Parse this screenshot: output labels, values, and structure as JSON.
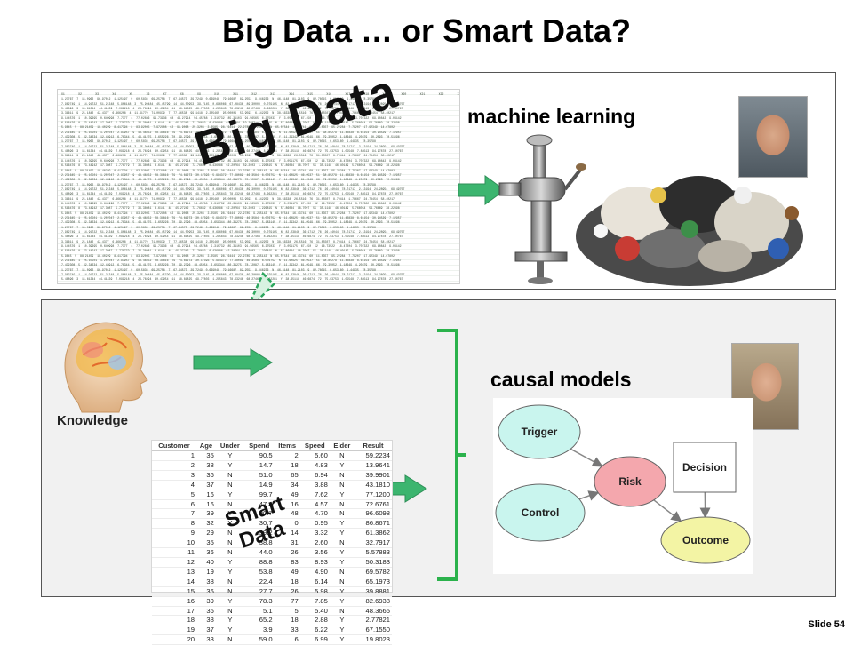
{
  "slide": {
    "title": "Big Data … or Smart Data?",
    "slide_number": "Slide 54"
  },
  "top_panel": {
    "machine_learning_label": "machine learning",
    "big_data_label": "Big Data"
  },
  "bottom_panel": {
    "knowledge_label": "Knowledge",
    "causal_models_label": "causal models",
    "smart_data_label_line1": "Smart",
    "smart_data_label_line2": "Data"
  },
  "big_data_sheet": {
    "headers": [
      "X1",
      "X2",
      "X3",
      "X4",
      "X5",
      "X6",
      "X7",
      "X8",
      "X9",
      "X10",
      "X11",
      "X12",
      "X13",
      "X14",
      "X15",
      "X16",
      "X17",
      "X18",
      "X19",
      "X20",
      "X21",
      "X22",
      "X23",
      "X24",
      "X25",
      "X26",
      "X27",
      "X28"
    ],
    "sample_rows": [
      "1.27767  7  11.0962  96.97012  1.125497  9  60.5836  69.25758  7  67.44573  29.7249  0.669048  79.16687  82.2552  9.046236  N  46.3148  81.2103  9  82.78015  6.653180  1.44935  78.35798",
      "7.982749  1  14.91722  51.21348  5.906148  3  75.99484  45.45799  14  44.50953  39.7145  0.696066  67.08436  89.30009  0.079165  N  82.23846  36.1712  76  26.14044  78.71717  2.13194  24.28954  69.49757",
      "5.48896  3  11.61344  44.41439  7.099218  4  26.76494  40.47954  11  18.81825  49.77803  1.295843  78.63246  68.27464  8.262281  Y  38.65111  46.6874  72  75.03753  1.05548  7.88513  94.97878  27.30767",
      "3.31611  9  21.1842  42.4377  6.466208  4  11.41779  71.00979  7  77.16538  99.1418  2.205465  95.00009  53.9593  6.142252  N  38.56338  26.5516  76  31.85507  8.79414  1.78667  24.78454  58.40217",
      "9.144576  1  10.39695  0.640998  7.7377  4  77.02836  91.73936  68  44.27914  54.45788  5.310732  85.31103  91.56565  6.275033  Y  3.051175  67.450  52  16.73522  18.47204  3.707322  69.10842  9.04142",
      "6.516476  8  73.44942  17.3087  5.778779  7  36.38981  8.6141  48  45.27242  72.76662  0.436086  62.20764  59.2003  1.226815  N  57.86084  18.7097  55  35.1148  46.40149  5.766054  54.76669  38.22898",
      "5.9845  5  88.21459  18.40229  8.417394  8  83.92065  7.972108  62  91.9068  25.3204  3.2585  98.76444  22.2785  9.245143  N  65.07544  16.43741  60  11.8357  95.22284  7.79207  17.92349  14.67802",
      "2.271645  1  25.10501  1.207047  2.93957  9  48.46452  28.31816  79  74.81273  30.17393  5.994372  77.68089  46.3584  8.076752  N  11.60925  46.0537  51  38.85279  11.42838  8.61154  30.94529  7.12957",
      "7.432308  5  62.34234  12.43912  6.78344  5  49.41275  6.655226  70  49.2796  18.45954  2.659344  80.31275  78.72087  5.183145  Y  11.29342  61.0549  66  79.35052  1.18349  4.20379  60.2093  70.51096"
    ]
  },
  "customer_table": {
    "headers": [
      "Customer",
      "Age",
      "Under",
      "Spend",
      "Items",
      "Speed",
      "Elder",
      "Result"
    ],
    "rows": [
      [
        "1",
        "35",
        "Y",
        "90.5",
        "2",
        "5.60",
        "N",
        "59.2234"
      ],
      [
        "2",
        "38",
        "Y",
        "14.7",
        "18",
        "4.83",
        "Y",
        "13.9641"
      ],
      [
        "3",
        "36",
        "N",
        "51.0",
        "65",
        "6.94",
        "N",
        "39.9901"
      ],
      [
        "4",
        "37",
        "N",
        "14.9",
        "34",
        "3.88",
        "N",
        "43.1810"
      ],
      [
        "5",
        "16",
        "Y",
        "99.7",
        "49",
        "7.62",
        "Y",
        "77.1200"
      ],
      [
        "6",
        "16",
        "N",
        "47.4",
        "16",
        "4.57",
        "N",
        "72.6761"
      ],
      [
        "7",
        "39",
        "Y",
        "90.7",
        "48",
        "4.70",
        "N",
        "96.6098"
      ],
      [
        "8",
        "32",
        "Y",
        "30.7",
        "0",
        "0.95",
        "Y",
        "86.8671"
      ],
      [
        "9",
        "29",
        "N",
        "59.2",
        "14",
        "3.32",
        "Y",
        "61.3862"
      ],
      [
        "10",
        "35",
        "N",
        "38.8",
        "31",
        "2.60",
        "N",
        "32.7917"
      ],
      [
        "11",
        "36",
        "N",
        "44.0",
        "26",
        "3.56",
        "Y",
        "5.57883"
      ],
      [
        "12",
        "40",
        "Y",
        "88.8",
        "83",
        "8.93",
        "Y",
        "50.3183"
      ],
      [
        "13",
        "19",
        "Y",
        "53.8",
        "49",
        "4.90",
        "N",
        "69.5782"
      ],
      [
        "14",
        "38",
        "N",
        "22.4",
        "18",
        "6.14",
        "N",
        "65.1973"
      ],
      [
        "15",
        "36",
        "N",
        "27.7",
        "26",
        "5.98",
        "Y",
        "39.8881"
      ],
      [
        "16",
        "39",
        "Y",
        "78.3",
        "77",
        "7.85",
        "Y",
        "82.6938"
      ],
      [
        "17",
        "36",
        "N",
        "5.1",
        "5",
        "5.40",
        "N",
        "48.3665"
      ],
      [
        "18",
        "38",
        "Y",
        "65.2",
        "18",
        "2.88",
        "Y",
        "2.77821"
      ],
      [
        "19",
        "37",
        "Y",
        "3.9",
        "33",
        "6.22",
        "Y",
        "67.1550"
      ],
      [
        "20",
        "33",
        "N",
        "59.0",
        "6",
        "6.99",
        "Y",
        "19.8023"
      ]
    ]
  },
  "causal_diagram": {
    "nodes": [
      {
        "id": "trigger",
        "label": "Trigger",
        "color": "#c9f5ee"
      },
      {
        "id": "control",
        "label": "Control",
        "color": "#c9f5ee"
      },
      {
        "id": "risk",
        "label": "Risk",
        "color": "#f4a7ad"
      },
      {
        "id": "decision",
        "label": "Decision",
        "color": "#ffffff"
      },
      {
        "id": "outcome",
        "label": "Outcome",
        "color": "#f3f4a4"
      }
    ],
    "edges": [
      [
        "trigger",
        "risk"
      ],
      [
        "control",
        "risk"
      ],
      [
        "risk",
        "outcome"
      ],
      [
        "decision",
        "outcome"
      ]
    ]
  },
  "colors": {
    "arrow_green": "#3cb56f",
    "arrow_dashed": "#2fa860",
    "bracket_green": "#2bb24c"
  },
  "icons": {
    "head_brain": "brain-head-icon",
    "grinder": "meat-grinder-icon",
    "trash": "trash-pile-icon"
  }
}
